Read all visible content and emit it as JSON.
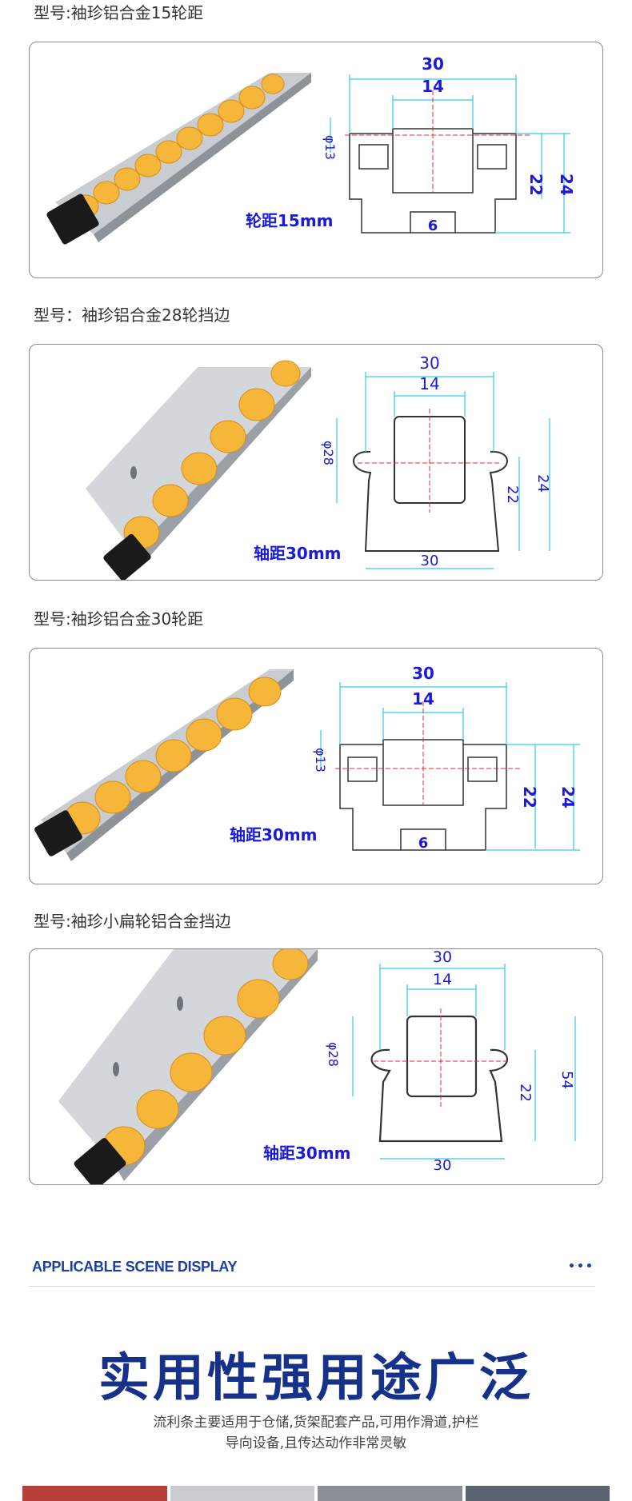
{
  "sections": [
    {
      "label": "型号:袖珍铝合金15轮距",
      "spacing_text": "轮距15mm",
      "dims": {
        "width_top": "30",
        "inner": "14",
        "phi": "φ13",
        "h1": "22",
        "h2": "24",
        "bottom": "6"
      }
    },
    {
      "label": "型号：袖珍铝合金28轮挡边",
      "spacing_text": "轴距30mm",
      "dims": {
        "width_top": "30",
        "inner": "14",
        "phi": "φ28",
        "h1": "22",
        "h2": "24",
        "bottom": "30"
      }
    },
    {
      "label": "型号:袖珍铝合金30轮距",
      "spacing_text": "轴距30mm",
      "dims": {
        "width_top": "30",
        "inner": "14",
        "phi": "φ13",
        "h1": "22",
        "h2": "24",
        "bottom": "6"
      }
    },
    {
      "label": "型号:袖珍小扁轮铝合金挡边",
      "spacing_text": "轴距30mm",
      "dims": {
        "width_top": "30",
        "inner": "14",
        "phi": "φ28",
        "h1": "22",
        "h2": "54",
        "bottom": "30"
      }
    }
  ],
  "scene": {
    "header": "APPLICABLE SCENE DISPLAY",
    "title": "实用性强用途广泛",
    "desc_line1": "流利条主要适用于仓储,货架配套产品,可用作滑道,护栏",
    "desc_line2": "导向设备,且传达动作非常灵敏"
  },
  "colors": {
    "dimension": "#33c9e8",
    "center": "#e8262b",
    "spacing_text": "#1b1bd6",
    "roller": "#f5b63a",
    "rail": "#c9cdd2",
    "title": "#16318a"
  }
}
